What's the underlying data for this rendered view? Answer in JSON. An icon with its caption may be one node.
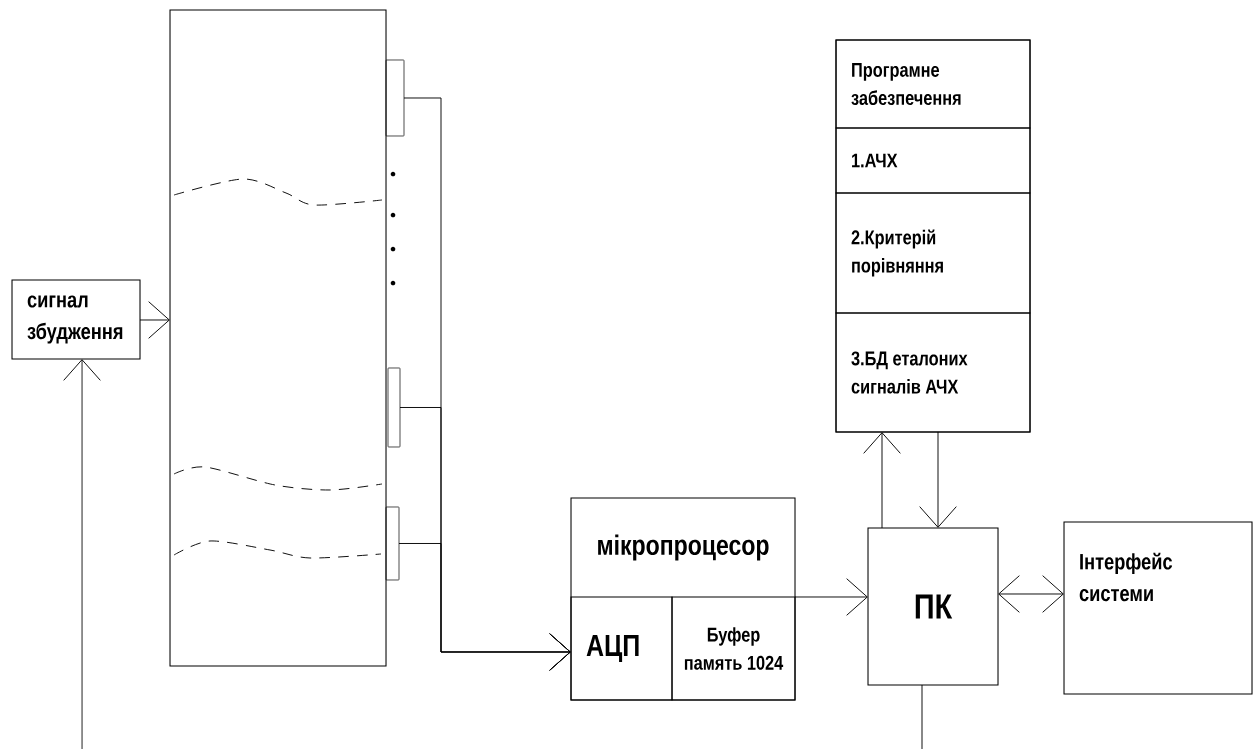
{
  "diagram": {
    "nodes": [
      {
        "text": [
          "сигнал збудження"
        ]
      },
      {
        "text": [],
        "shape": "box"
      },
      {
        "text": [],
        "shape": "bar"
      },
      {
        "text": [],
        "shape": "bar"
      },
      {
        "text": [],
        "shape": "bar"
      },
      {
        "text": [],
        "shape": "box"
      },
      {
        "text": [
          "Програмне забезпечення"
        ],
        "in": 5
      },
      {
        "text": [
          "1.АЧХ"
        ],
        "in": 5
      },
      {
        "text": [
          "2.Критерій порівняння"
        ],
        "in": 5
      },
      {
        "text": [
          "3.БД еталоних сигналів АЧХ"
        ],
        "in": 5
      },
      {
        "text": [
          "мікропроцесор"
        ]
      },
      {
        "text": [
          "АЦП"
        ],
        "in": 10
      },
      {
        "text": [
          "Буфер память 1024"
        ],
        "in": 10
      },
      {
        "text": [
          "ПК"
        ]
      },
      {
        "text": [
          "Інтерфейс системи"
        ]
      }
    ],
    "edges": [
      {
        "from": null,
        "to": 0,
        "arrow": "to"
      },
      {
        "from": 0,
        "to": 1,
        "arrow": "to"
      },
      {
        "from": 2,
        "to": 11,
        "arrow": "to"
      },
      {
        "from": 3,
        "to": 11,
        "arrow": "to"
      },
      {
        "from": 4,
        "to": 11,
        "arrow": "to"
      },
      {
        "from": 10,
        "to": 13,
        "arrow": "to"
      },
      {
        "from": 13,
        "to": 5,
        "arrow": "to"
      },
      {
        "from": 5,
        "to": 13,
        "arrow": "to"
      },
      {
        "from": 13,
        "to": 14,
        "arrow": "both"
      },
      {
        "from": 13,
        "to": null,
        "arrow": "none"
      }
    ]
  }
}
